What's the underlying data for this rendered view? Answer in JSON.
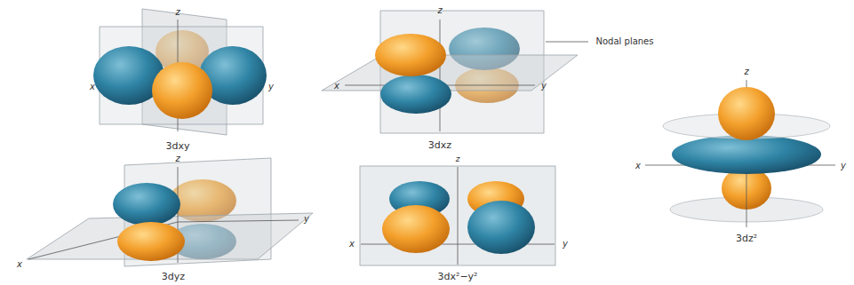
{
  "diagram": {
    "labels": [
      "z",
      "x",
      "y",
      "3dxy",
      "z",
      "x",
      "y",
      "3dxz",
      "Nodal planes",
      "z",
      "x",
      "y",
      "3dz²",
      "z",
      "x",
      "y",
      "3dyz",
      "z",
      "x",
      "y",
      "3dx²−y²"
    ]
  }
}
